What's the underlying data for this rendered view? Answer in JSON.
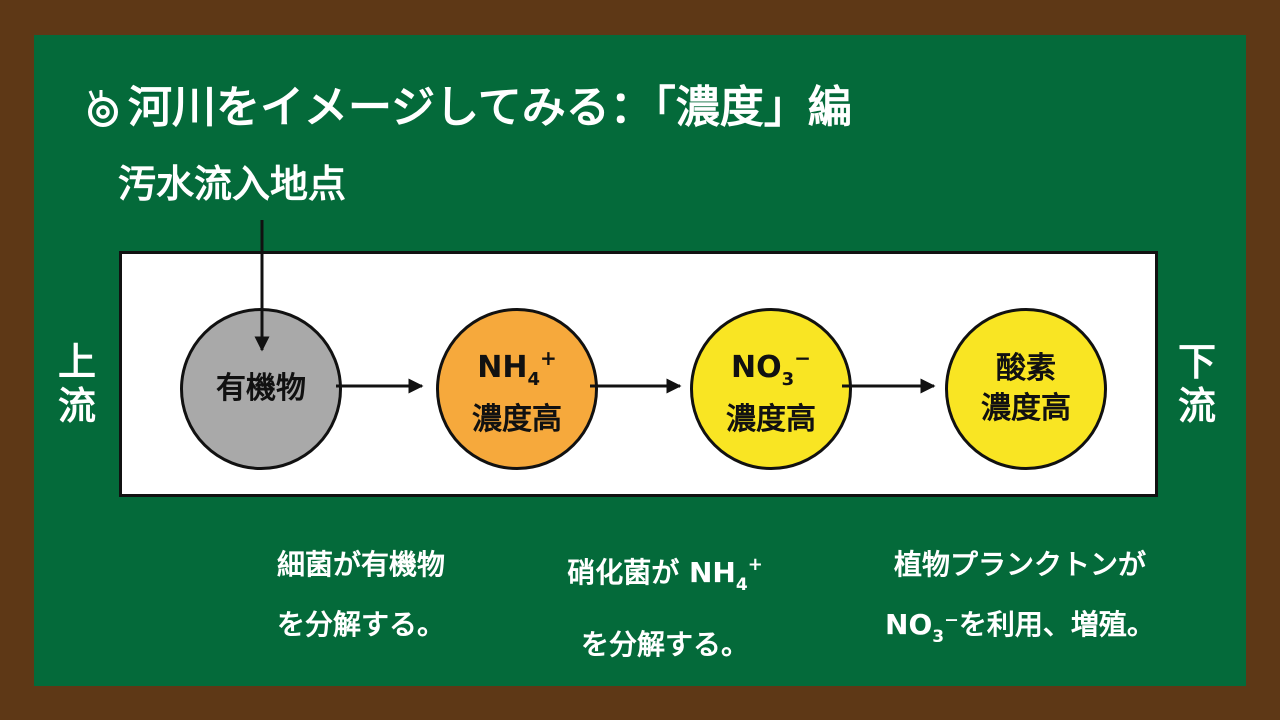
{
  "title": "河川をイメージしてみる：「濃度」編",
  "icon": "snail-icon",
  "inflow_label": "汚水流入地点",
  "side_upstream": [
    "上",
    "流"
  ],
  "side_downstream": [
    "下",
    "流"
  ],
  "nodes": [
    {
      "line1": "有機物",
      "color": "#a9a9a9"
    },
    {
      "chem": "NH",
      "sub": "4",
      "sup": "+",
      "line2": "濃度高",
      "color": "#f6a93c"
    },
    {
      "chem": "NO",
      "sub": "3",
      "sup": "−",
      "line2": "濃度高",
      "color": "#f9e523"
    },
    {
      "line1": "酸素",
      "line2": "濃度高",
      "color": "#f9e523"
    }
  ],
  "captions": [
    {
      "line1": "細菌が有機物",
      "line2": "を分解する。"
    },
    {
      "prefix": "硝化菌が ",
      "chem": "NH",
      "sub": "4",
      "sup": "+",
      "line2": "を分解する。"
    },
    {
      "line1": "植物プランクトンが",
      "chem": "NO",
      "sub": "3",
      "sup": "⁻",
      "suffix": "を利用、増殖。"
    }
  ]
}
